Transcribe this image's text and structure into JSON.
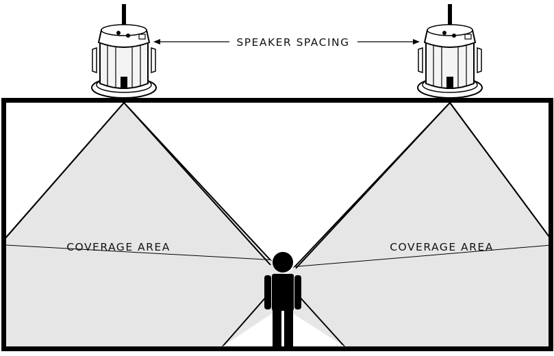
{
  "labels": {
    "speaker_spacing": "SPEAKER SPACING",
    "coverage_left": "COVERAGE AREA",
    "coverage_right": "COVERAGE AREA"
  },
  "colors": {
    "coverage_fill": "#e6e6e6",
    "line": "#000000",
    "speaker_body": "#f4f4f4"
  }
}
